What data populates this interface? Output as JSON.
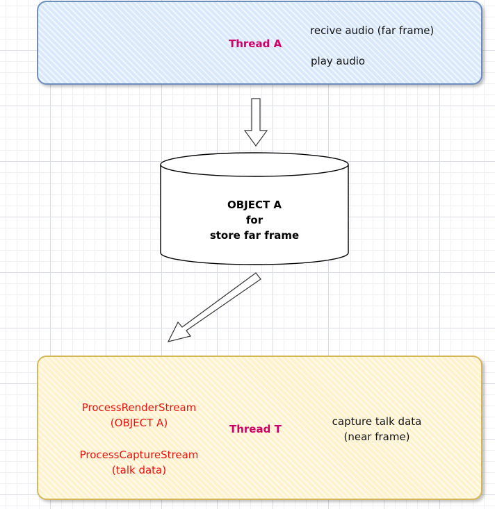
{
  "thread_a": {
    "title": "Thread A",
    "actions": [
      "recive audio (far frame)",
      "play audio"
    ]
  },
  "object_a": {
    "lines": [
      "OBJECT A",
      "for",
      "store far frame"
    ]
  },
  "thread_t": {
    "title": "Thread T",
    "left_lines": [
      "ProcessRenderStream",
      "(OBJECT A)",
      "ProcessCaptureStream",
      "(talk data)"
    ],
    "right_lines": [
      "capture talk data",
      "(near frame)"
    ]
  },
  "colors": {
    "thread_a_fill": "#dae8fc",
    "thread_a_border": "#6c8ebf",
    "thread_t_fill": "#fff2cc",
    "thread_t_border": "#d6b656",
    "thread_title": "#cc0066",
    "process_text": "#ee1111"
  }
}
